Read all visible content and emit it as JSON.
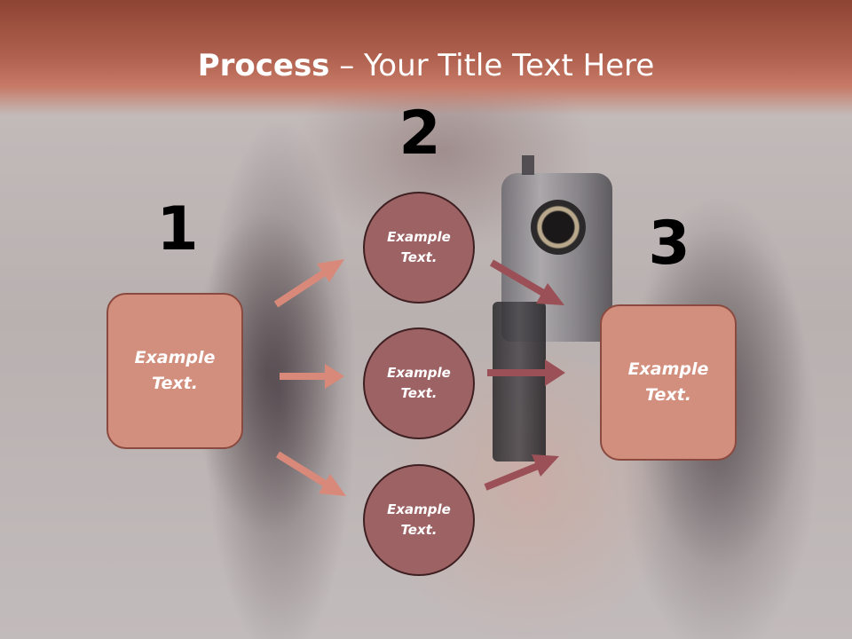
{
  "title": {
    "bold": "Process",
    "rest": " – Your Title Text Here"
  },
  "steps": {
    "step1_number": "1",
    "step2_number": "2",
    "step3_number": "3"
  },
  "left_box": {
    "text": "Example Text."
  },
  "circles": [
    {
      "text": "Example Text."
    },
    {
      "text": "Example Text."
    },
    {
      "text": "Example Text."
    }
  ],
  "right_box": {
    "text": "Example Text."
  },
  "colors": {
    "header": "#b0614f",
    "box_fill": "#d38f7e",
    "circle_fill": "#9c6264",
    "arrow_left": "#d9897a",
    "arrow_right": "#9a5056"
  }
}
